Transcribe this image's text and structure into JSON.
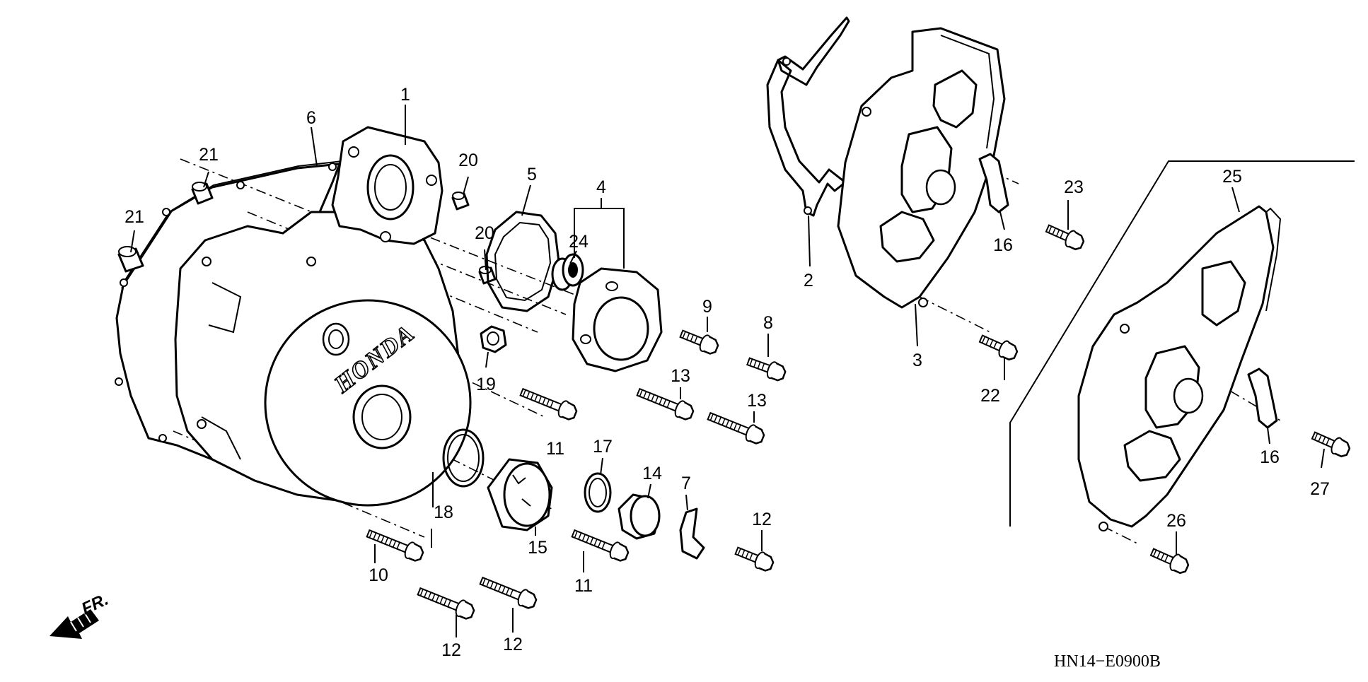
{
  "labels": {
    "p1": "1",
    "p2": "2",
    "p3": "3",
    "p4": "4",
    "p5": "5",
    "p6": "6",
    "p7": "7",
    "p8": "8",
    "p9": "9",
    "p10": "10",
    "p11a": "11",
    "p11b": "11",
    "p12a": "12",
    "p12b": "12",
    "p12c": "12",
    "p13a": "13",
    "p13b": "13",
    "p14": "14",
    "p15": "15",
    "p16a": "16",
    "p16b": "16",
    "p17": "17",
    "p18": "18",
    "p19": "19",
    "p20a": "20",
    "p20b": "20",
    "p21a": "21",
    "p21b": "21",
    "p22": "22",
    "p23": "23",
    "p24": "24",
    "p25": "25",
    "p26": "26",
    "p27": "27"
  },
  "cover_brand": "HONDA",
  "direction_label": "FR.",
  "diagram_code": "HN14−E0900B",
  "icons": {
    "direction": "forward-arrow-icon"
  }
}
